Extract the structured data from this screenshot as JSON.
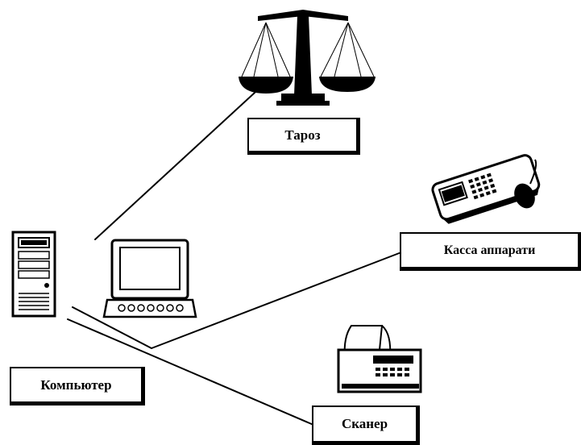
{
  "labels": {
    "scale": "Тароз",
    "cash_register": "Касса аппарати",
    "computer": "Компьютер",
    "scanner": "Сканер"
  },
  "icons": {
    "scale": "balance-scale-icon",
    "cash_register": "cash-register-icon",
    "computer_tower": "computer-tower-icon",
    "monitor": "monitor-icon",
    "printer": "printer-icon"
  },
  "colors": {
    "ink": "#000000",
    "background": "#ffffff"
  }
}
